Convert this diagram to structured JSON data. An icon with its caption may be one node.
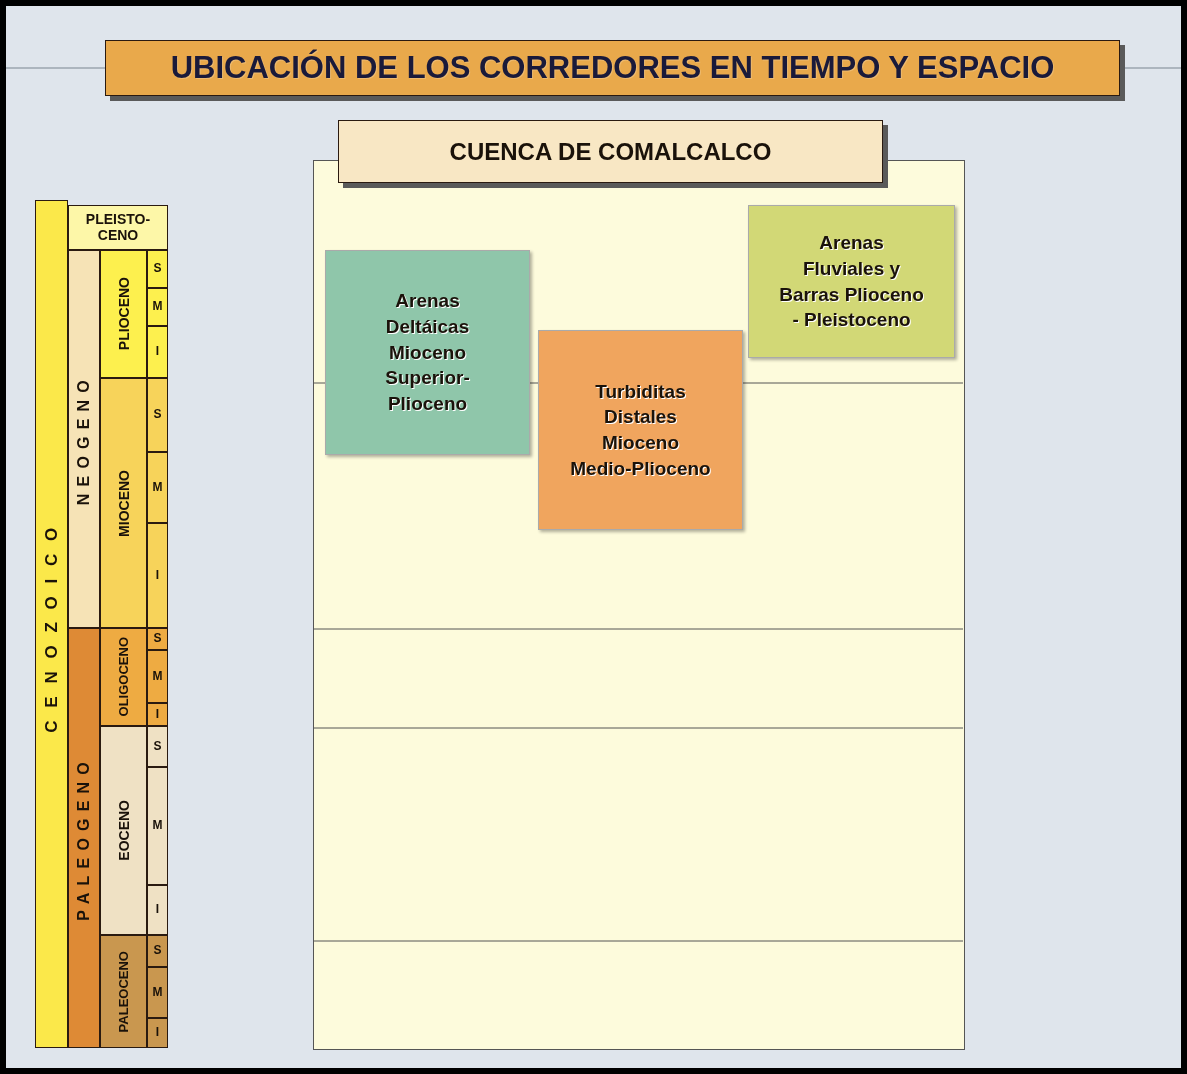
{
  "diagram": {
    "nodes": [
      {
        "text": [
          "UBICACIÓN DE LOS CORREDORES EN TIEMPO Y ESPACIO"
        ]
      },
      {
        "text": [
          "CUENCA DE COMALCALCO"
        ]
      },
      {
        "text": [],
        "shape": "box"
      },
      {
        "text": [
          "Arenas Deltáicas Mioceno Superior-Plioceno"
        ],
        "in": 2
      },
      {
        "text": [
          "Turbiditas Distales Mioceno Medio-Plioceno"
        ],
        "in": 2
      },
      {
        "text": [
          "Arenas Fluviales y Barras Plioceno - Pleistoceno"
        ],
        "in": 2
      },
      {
        "text": [
          "CENOZOICO"
        ]
      },
      {
        "text": [
          "PLEISTO- CENO"
        ]
      },
      {
        "text": [
          "NEOGENO"
        ]
      },
      {
        "text": [
          "PLIOCENO"
        ]
      },
      {
        "text": [
          "S"
        ]
      },
      {
        "text": [
          "M"
        ]
      },
      {
        "text": [
          "I"
        ]
      },
      {
        "text": [
          "MIOCENO"
        ]
      },
      {
        "text": [
          "S"
        ]
      },
      {
        "text": [
          "M"
        ]
      },
      {
        "text": [
          "I"
        ]
      },
      {
        "text": [
          "PALEOGENO"
        ]
      },
      {
        "text": [
          "OLIGOCENO"
        ]
      },
      {
        "text": [
          "S"
        ]
      },
      {
        "text": [
          "M"
        ]
      },
      {
        "text": [
          "I"
        ]
      },
      {
        "text": [
          "EOCENO"
        ]
      },
      {
        "text": [
          "S"
        ]
      },
      {
        "text": [
          "M"
        ]
      },
      {
        "text": [
          "I"
        ]
      },
      {
        "text": [
          "PALEOCENO"
        ]
      },
      {
        "text": [
          "S"
        ]
      },
      {
        "text": [
          "M"
        ]
      },
      {
        "text": [
          "I"
        ]
      }
    ],
    "edges": []
  }
}
